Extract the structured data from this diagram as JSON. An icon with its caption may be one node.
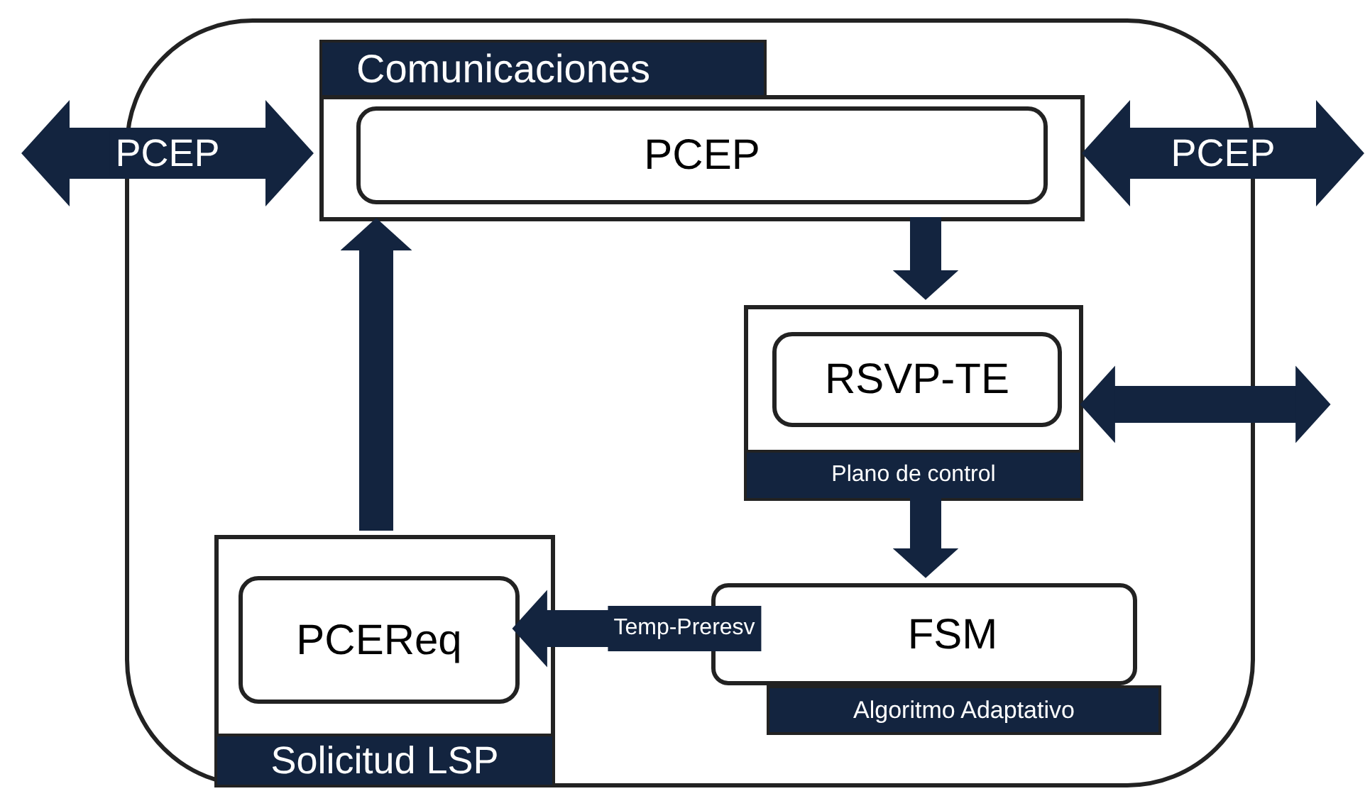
{
  "diagram": {
    "nodes": [
      {
        "text": [],
        "shape": "box"
      },
      {
        "text": [
          "Comunicaciones"
        ],
        "in": 0
      },
      {
        "text": [
          "PCEP"
        ],
        "in": 1
      },
      {
        "text": [
          "Plano de control"
        ],
        "in": 0
      },
      {
        "text": [
          "RSVP-TE"
        ],
        "in": 3
      },
      {
        "text": [
          "FSM",
          "Algoritmo Adaptativo"
        ],
        "in": 0
      },
      {
        "text": [
          "Solicitud LSP"
        ],
        "in": 0
      },
      {
        "text": [
          "PCEReq"
        ],
        "in": 6
      }
    ],
    "edges": [
      {
        "from": null,
        "to": 1,
        "arrow": "both",
        "label": "PCEP"
      },
      {
        "from": 1,
        "to": null,
        "arrow": "both",
        "label": "PCEP"
      },
      {
        "from": 3,
        "to": null,
        "arrow": "both"
      },
      {
        "from": 1,
        "to": 3,
        "arrow": "to"
      },
      {
        "from": 3,
        "to": 5,
        "arrow": "to"
      },
      {
        "from": 5,
        "to": 7,
        "arrow": "to",
        "label": "Temp-Preresv"
      },
      {
        "from": 6,
        "to": 1,
        "arrow": "to"
      }
    ]
  }
}
